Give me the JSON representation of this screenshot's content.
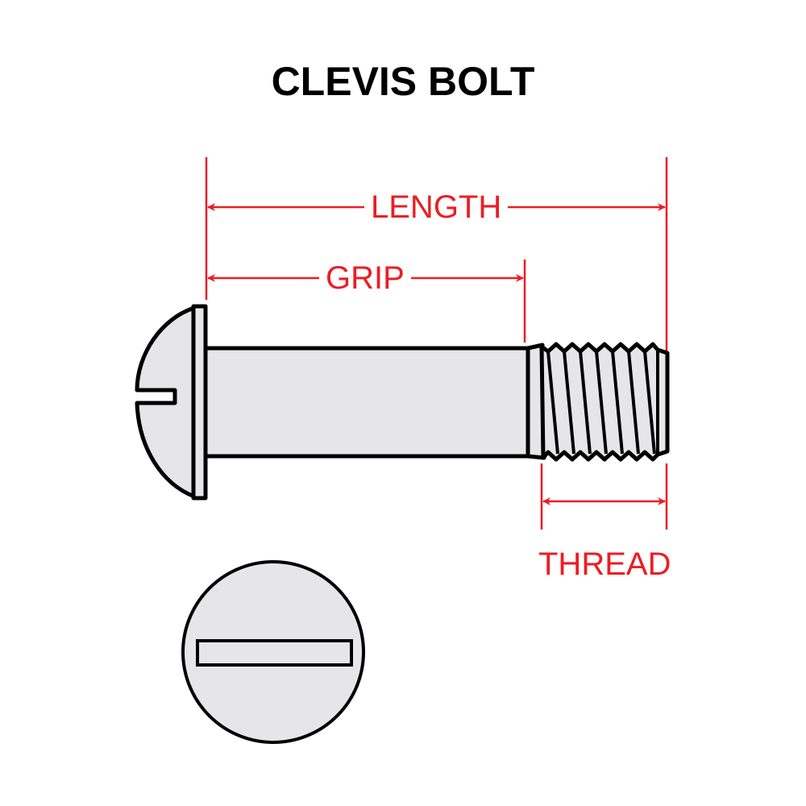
{
  "title": "CLEVIS BOLT",
  "dimensions": {
    "length": "LENGTH",
    "grip": "GRIP",
    "thread": "THREAD"
  },
  "colors": {
    "dimension": "#ed1c24",
    "outline": "#000000",
    "fill": "#e6e6e8"
  },
  "parts": [
    "round-head",
    "head-flange",
    "shank",
    "threaded-section",
    "head-top-view"
  ]
}
